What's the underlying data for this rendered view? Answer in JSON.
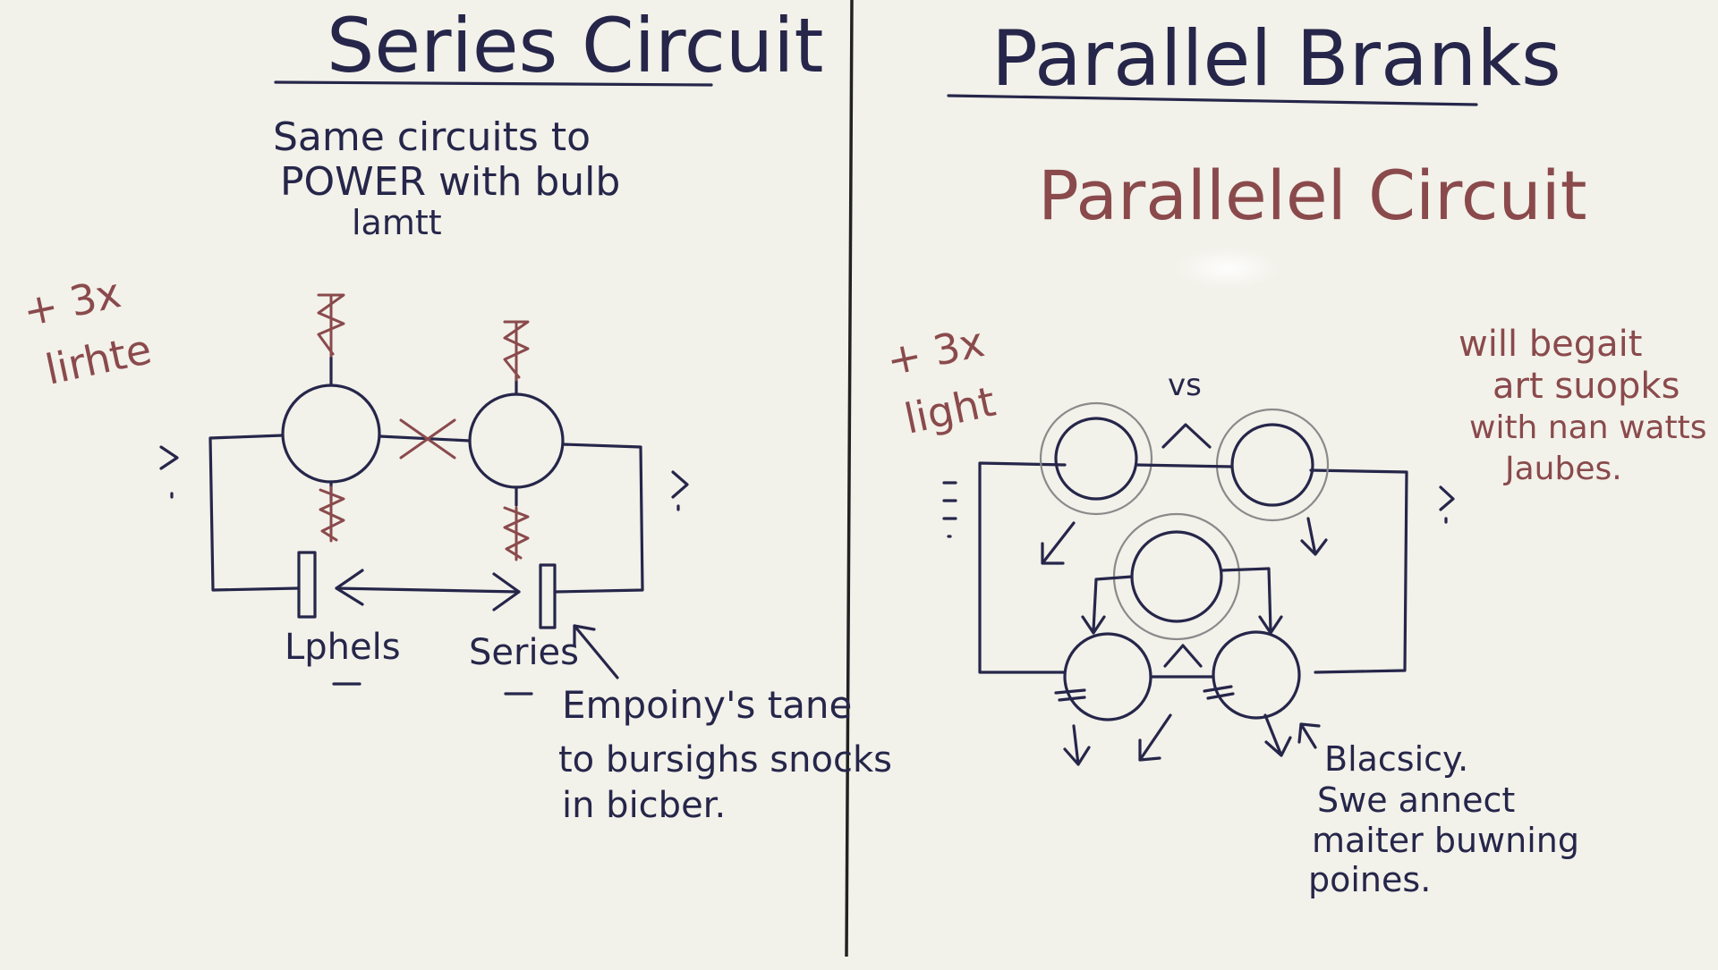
{
  "colors": {
    "board": "#f2f1ea",
    "blue_ink": "#26264a",
    "red_ink": "#8a4a4c"
  },
  "left_panel": {
    "title": "Series Circuit",
    "note_lines": [
      "Same circuits to",
      "POWER with bulb",
      "lamtt"
    ],
    "side_note_lines": [
      "+ 3x",
      "lirhte"
    ],
    "label_left": "Lphels",
    "label_right": "Series",
    "bottom_note_lines": [
      "Empoiny's tane",
      "to bursighs snocks",
      "in bicber."
    ]
  },
  "right_panel": {
    "title": "Parallel Branks",
    "subtitle": "Parallelel Circuit",
    "side_note_lines": [
      "+ 3x",
      "light"
    ],
    "vs_label": "vs",
    "right_note_lines": [
      "will begait",
      "art suopks",
      "with nan watts",
      "Jaubes."
    ],
    "bottom_note_lines": [
      "Blacsicy.",
      "Swe annect",
      "maiter buwning",
      "poines."
    ]
  }
}
